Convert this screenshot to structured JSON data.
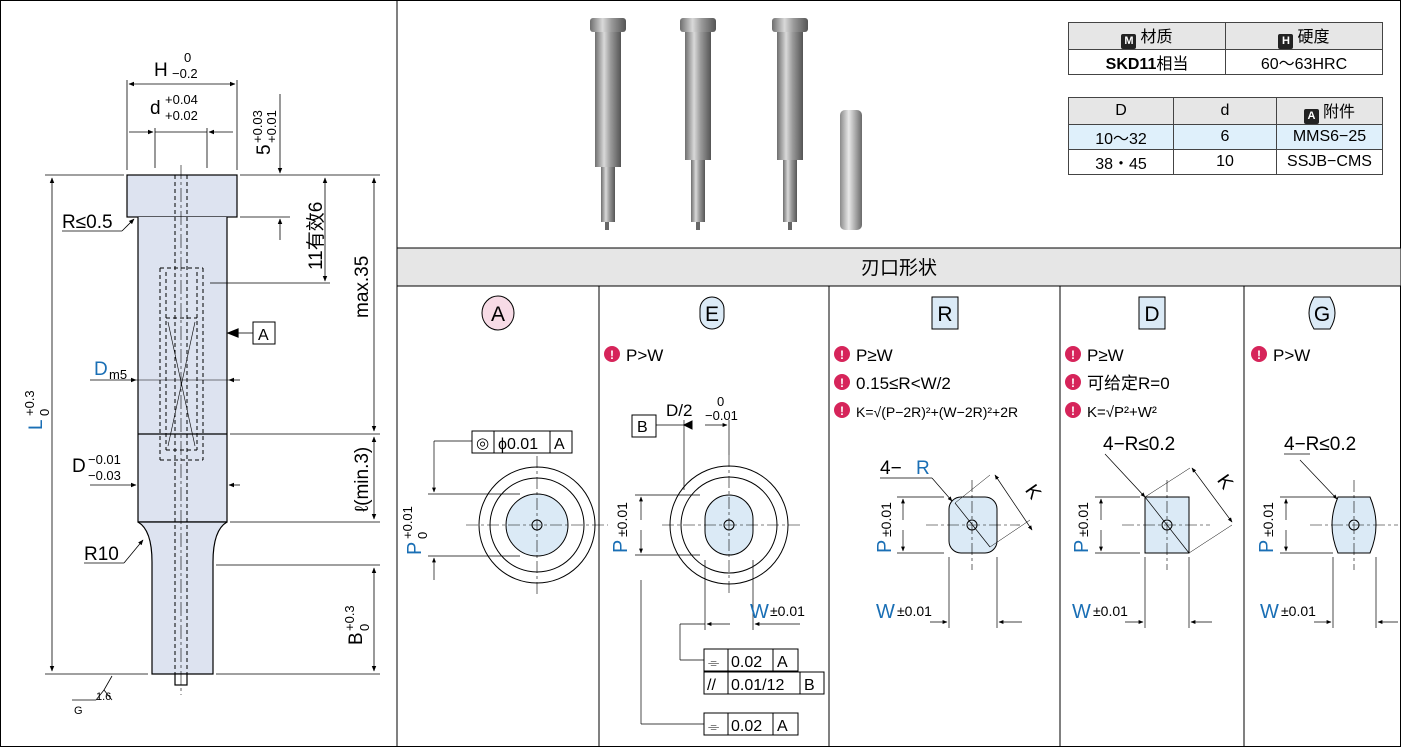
{
  "left_drawing": {
    "H_tol": "H",
    "H_tol_up": "0",
    "H_tol_low": "−0.2",
    "d_label": "d",
    "d_tol_up": "+0.04",
    "d_tol_low": "+0.02",
    "five_label": "5",
    "five_tol_up": "+0.03",
    "five_tol_low": "+0.01",
    "eleven_label": "11有效6",
    "max35": "max.35",
    "r05": "R≤0.5",
    "box_a": "A",
    "dm5_D": "D",
    "dm5_sub": "m5",
    "L_label": "L",
    "L_tol_up": "+0.3",
    "L_tol_low": "0",
    "dminus_label": "D",
    "dminus_up": "−0.01",
    "dminus_low": "−0.03",
    "ell_label": "ℓ(min.3)",
    "r10": "R10",
    "B_label": "B",
    "B_tol_up": "+0.3",
    "B_tol_low": "0",
    "rough_val": "1.6",
    "rough_g": "G"
  },
  "material_table": {
    "h1_badge": "M",
    "h1": "材质",
    "h2_badge": "H",
    "h2": "硬度",
    "v1": "SKD11",
    "v1_suffix": "相当",
    "v2": "60～63HRC"
  },
  "dim_table": {
    "col1": "D",
    "col2": "d",
    "col3_badge": "A",
    "col3": "附件",
    "rows": [
      {
        "D": "10～32",
        "d": "6",
        "acc": "MMS6−25"
      },
      {
        "D": "38・45",
        "d": "10",
        "acc": "SSJB−CMS"
      }
    ]
  },
  "section_title": "刃口形状",
  "shapes": {
    "A": {
      "letter": "A",
      "p_up": "+0.01",
      "p_low": "0",
      "frame_sym": "◎",
      "frame_val": "ϕ0.01",
      "frame_ref": "A"
    },
    "E": {
      "letter": "E",
      "note": "P>W",
      "box_b": "B",
      "d2": "D/2",
      "d2_up": "0",
      "d2_low": "−0.01",
      "p_tol": "±0.01",
      "w_tol": "±0.01",
      "f1_sym": "⌯",
      "f1_val": "0.02",
      "f1_ref": "A",
      "f2_sym": "//",
      "f2_val": "0.01/12",
      "f2_ref": "B",
      "f3_sym": "⌯",
      "f3_val": "0.02",
      "f3_ref": "A"
    },
    "R": {
      "letter": "R",
      "note1": "P≥W",
      "note2": "0.15≤R<W/2",
      "note3": "K=√(P−2R)²+(W−2R)²+2R",
      "r_label": "4−",
      "r_letter": "R",
      "k": "K",
      "p_tol": "±0.01",
      "w_tol": "±0.01"
    },
    "D": {
      "letter": "D",
      "note1": "P≥W",
      "note2": "可给定R=0",
      "note3": "K=√P²+W²",
      "r_label": "4−R≤0.2",
      "k": "K",
      "p_tol": "±0.01",
      "w_tol": "±0.01"
    },
    "G": {
      "letter": "G",
      "note1": "P>W",
      "r_label": "4−R≤0.2",
      "p_tol": "±0.01",
      "w_tol": "±0.01"
    }
  },
  "axis_letters": {
    "P": "P",
    "W": "W"
  }
}
